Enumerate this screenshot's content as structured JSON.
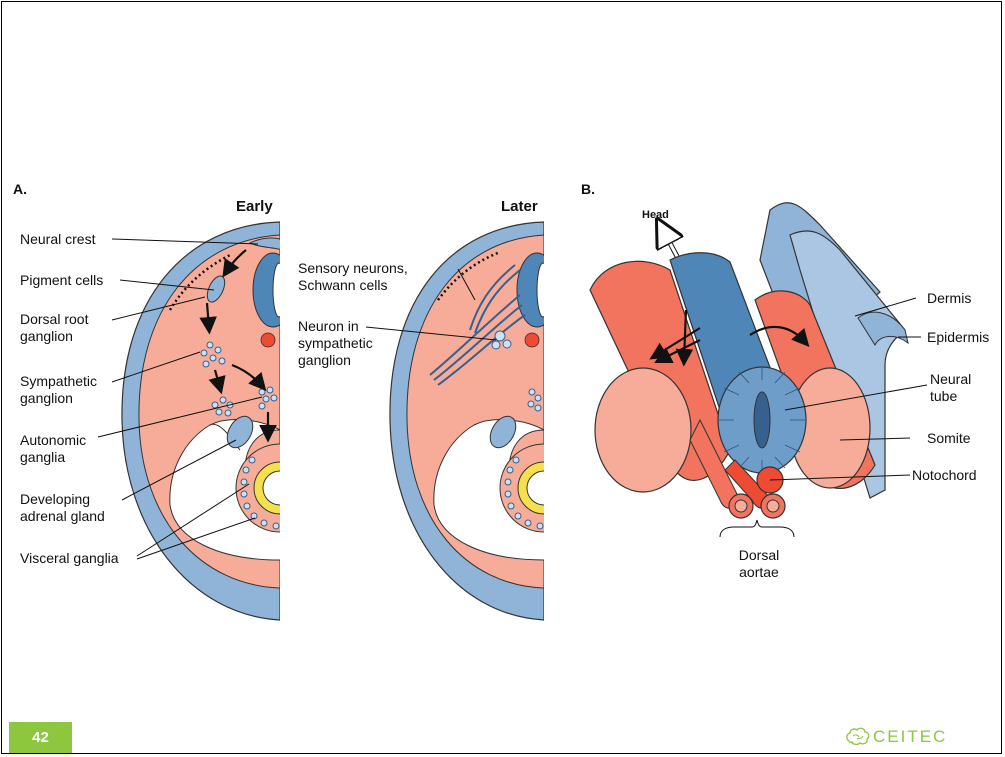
{
  "panels": {
    "a_label": "A.",
    "b_label": "B."
  },
  "panel_a": {
    "early_title": "Early",
    "later_title": "Later",
    "early_labels": [
      "Neural crest",
      "Pigment cells",
      "Dorsal root\nganglion",
      "Sympathetic\nganglion",
      "Autonomic\nganglia",
      "Developing\nadrenal gland",
      "Visceral ganglia"
    ],
    "later_labels": [
      "Sensory neurons,\nSchwann cells",
      "Neuron in\nsympathetic\nganglion"
    ]
  },
  "panel_b": {
    "head_label": "Head",
    "labels": [
      "Dermis",
      "Epidermis",
      "Neural\ntube",
      "Somite",
      "Notochord"
    ],
    "bottom_label": "Dorsal\naortae"
  },
  "footer": {
    "page_number": "42",
    "logo_text": "CEITEC"
  },
  "colors": {
    "tissue_salmon": "#f6ac98",
    "tissue_red": "#f2735e",
    "ectoderm_blue": "#8fb4d8",
    "neural_blue": "#4f86b8",
    "notochord_red": "#ee4b34",
    "gut_yellow": "#f3e04c",
    "badge_green": "#8dc63f"
  }
}
